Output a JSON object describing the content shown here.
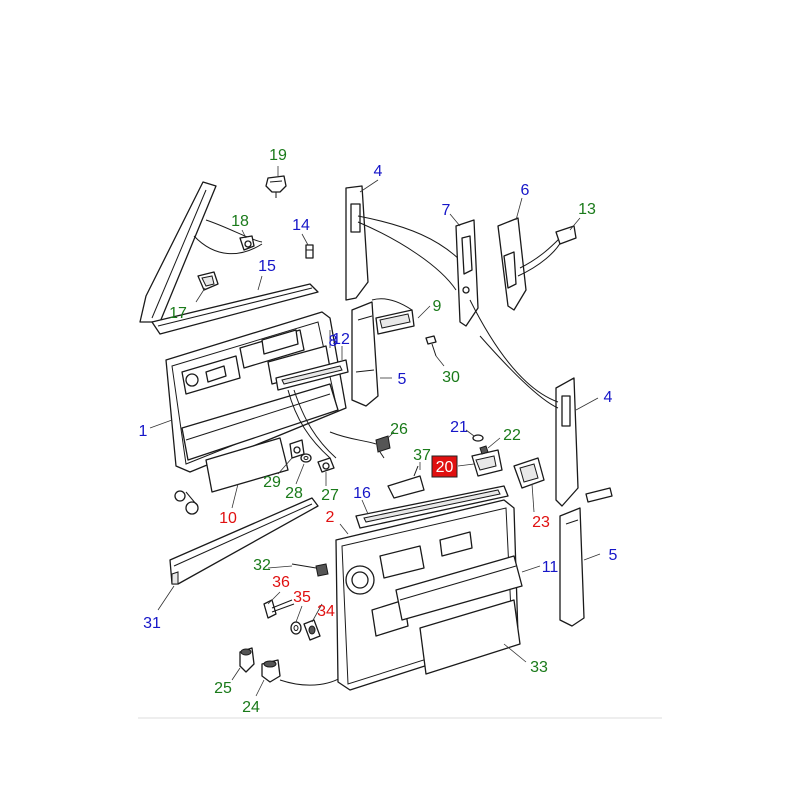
{
  "colors": {
    "blue": "#1616c8",
    "green": "#1a7a1a",
    "red": "#e01010",
    "highlight_bg": "#e01010",
    "highlight_text": "#ffffff"
  },
  "labels": [
    {
      "id": "19",
      "text": "19",
      "color": "green"
    },
    {
      "id": "4a",
      "text": "4",
      "color": "blue"
    },
    {
      "id": "6",
      "text": "6",
      "color": "blue"
    },
    {
      "id": "7",
      "text": "7",
      "color": "blue"
    },
    {
      "id": "13",
      "text": "13",
      "color": "green"
    },
    {
      "id": "18",
      "text": "18",
      "color": "green"
    },
    {
      "id": "14",
      "text": "14",
      "color": "blue"
    },
    {
      "id": "15",
      "text": "15",
      "color": "blue"
    },
    {
      "id": "9",
      "text": "9",
      "color": "green"
    },
    {
      "id": "17",
      "text": "17",
      "color": "green"
    },
    {
      "id": "8",
      "text": "8",
      "color": "blue"
    },
    {
      "id": "12",
      "text": "12",
      "color": "blue"
    },
    {
      "id": "5a",
      "text": "5",
      "color": "blue"
    },
    {
      "id": "30",
      "text": "30",
      "color": "green"
    },
    {
      "id": "4b",
      "text": "4",
      "color": "blue"
    },
    {
      "id": "1",
      "text": "1",
      "color": "blue"
    },
    {
      "id": "26",
      "text": "26",
      "color": "green"
    },
    {
      "id": "21",
      "text": "21",
      "color": "blue"
    },
    {
      "id": "22",
      "text": "22",
      "color": "green"
    },
    {
      "id": "37",
      "text": "37",
      "color": "green"
    },
    {
      "id": "20",
      "text": "20",
      "color": "highlight"
    },
    {
      "id": "29",
      "text": "29",
      "color": "green"
    },
    {
      "id": "28",
      "text": "28",
      "color": "green"
    },
    {
      "id": "27",
      "text": "27",
      "color": "green"
    },
    {
      "id": "16",
      "text": "16",
      "color": "blue"
    },
    {
      "id": "10",
      "text": "10",
      "color": "red"
    },
    {
      "id": "2",
      "text": "2",
      "color": "red"
    },
    {
      "id": "23",
      "text": "23",
      "color": "red"
    },
    {
      "id": "32",
      "text": "32",
      "color": "green"
    },
    {
      "id": "11",
      "text": "11",
      "color": "blue"
    },
    {
      "id": "5b",
      "text": "5",
      "color": "blue"
    },
    {
      "id": "36",
      "text": "36",
      "color": "red"
    },
    {
      "id": "35",
      "text": "35",
      "color": "red"
    },
    {
      "id": "34",
      "text": "34",
      "color": "red"
    },
    {
      "id": "31",
      "text": "31",
      "color": "blue"
    },
    {
      "id": "33",
      "text": "33",
      "color": "green"
    },
    {
      "id": "25",
      "text": "25",
      "color": "green"
    },
    {
      "id": "24",
      "text": "24",
      "color": "green"
    }
  ]
}
